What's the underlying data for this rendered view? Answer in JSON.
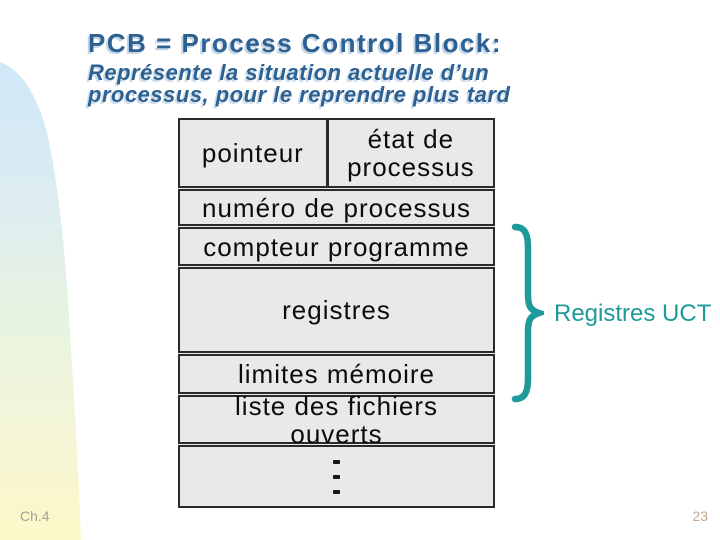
{
  "slide": {
    "title": "PCB = Process Control Block:",
    "subtitle": "Représente la situation actuelle d’un processus, pour le reprendre plus tard",
    "footer": {
      "chapter": "Ch.4",
      "page_number": "23"
    }
  },
  "diagram": {
    "row1_left": "pointeur",
    "row1_right": "état de processus",
    "row2": "numéro de processus",
    "row3": "compteur programme",
    "row4": "registres",
    "row5": "limites mémoire",
    "row6": "liste des fichiers ouverts",
    "brace_label": "Registres UCT"
  },
  "colors": {
    "title_blue": "#2d6192",
    "accent_teal": "#1e9a9a",
    "table_background": "#e9e9e9",
    "table_border": "#2a2a2a",
    "footer_chapter_gray": "#a5a19a",
    "footer_page_tan": "#c5a88d",
    "decor_blue": "#cfe7f8",
    "decor_green": "#e6f3e1",
    "decor_yellow": "#fdf8c8"
  }
}
